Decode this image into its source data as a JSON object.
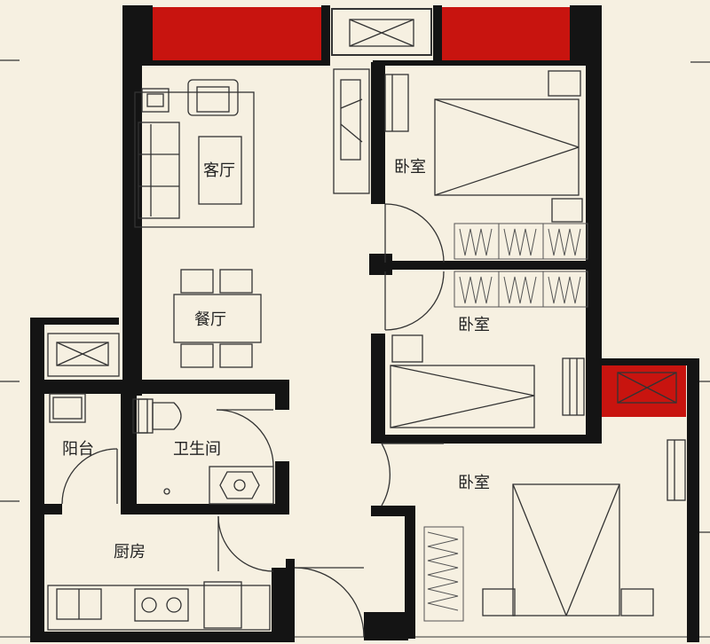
{
  "rooms": {
    "living_room": "客厅",
    "dining_room": "餐厅",
    "bedroom_north": "卧室",
    "bedroom_middle": "卧室",
    "bedroom_south": "卧室",
    "balcony": "阳台",
    "bathroom": "卫生间",
    "kitchen": "厨房"
  },
  "colors": {
    "background": "#f6f0e1",
    "wall": "#141414",
    "highlight": "#c8140f",
    "line": "#333333"
  }
}
